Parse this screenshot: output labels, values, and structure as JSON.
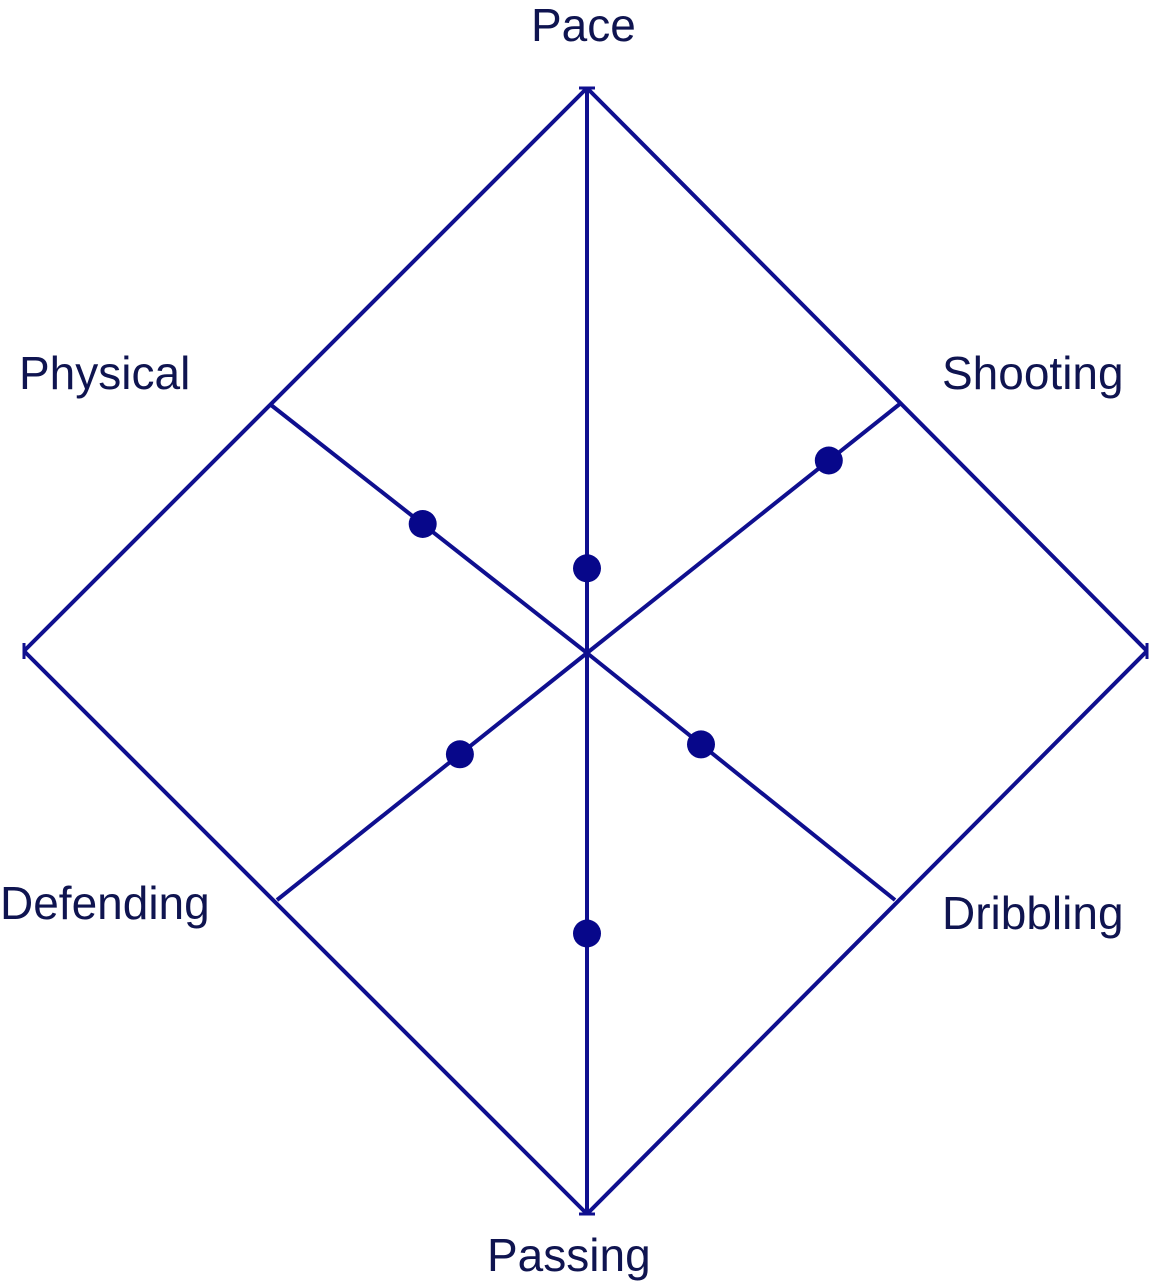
{
  "colors": {
    "line": "#0f0f8f",
    "dot": "#07078a",
    "text": "#0f1450"
  },
  "axes": [
    {
      "key": "pace",
      "label": "Pace",
      "value": 0.15
    },
    {
      "key": "shooting",
      "label": "Shooting",
      "value": 0.77
    },
    {
      "key": "dribbling",
      "label": "Dribbling",
      "value": 0.37
    },
    {
      "key": "passing",
      "label": "Passing",
      "value": 0.5
    },
    {
      "key": "defending",
      "label": "Defending",
      "value": 0.41
    },
    {
      "key": "physical",
      "label": "Physical",
      "value": 0.52
    }
  ],
  "scale": {
    "min": 0,
    "max": 1
  }
}
